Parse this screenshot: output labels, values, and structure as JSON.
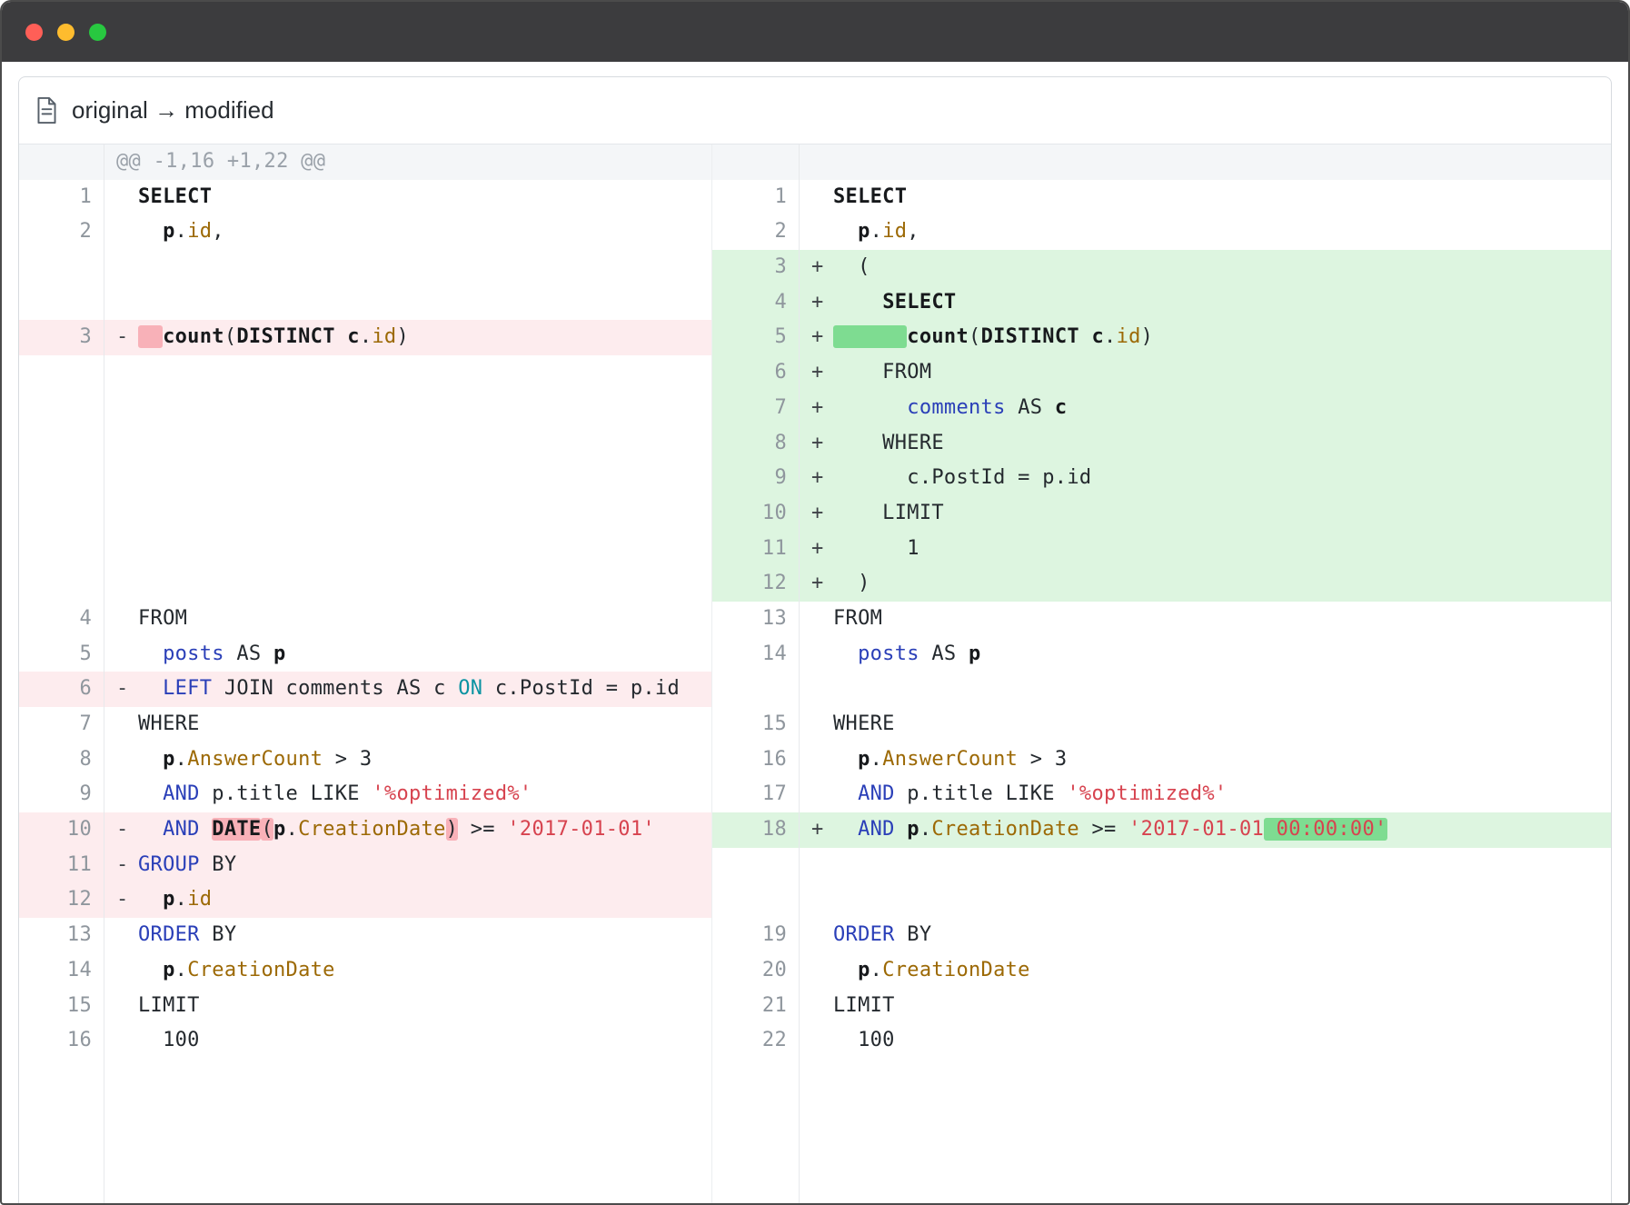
{
  "titlebar": {
    "buttons": [
      {
        "name": "close",
        "color": "#ff5f57"
      },
      {
        "name": "minimize",
        "color": "#febc2e"
      },
      {
        "name": "zoom",
        "color": "#28c840"
      }
    ]
  },
  "header": {
    "title": "original → modified",
    "icon": "document-icon"
  },
  "colors": {
    "removed_line_bg": "#fdecee",
    "removed_inline_bg": "#f8b1b8",
    "added_line_bg": "#ddf5e0",
    "added_inline_bg": "#7edc91",
    "hunk_bg": "#f4f6f8",
    "keyword_blue": "#2a3fb8",
    "teal": "#0a93a2",
    "member_brown": "#9c6905",
    "string_red": "#d7434f",
    "line_number_gray": "#8f969d"
  },
  "diff": {
    "hunk_header": "@@ -1,16 +1,22 @@",
    "rows": [
      {
        "left": {
          "type": "hunk",
          "num": "",
          "marker": "",
          "segs": [
            {
              "t": "@@ -1,16 +1,22 @@",
              "c": "gray"
            }
          ]
        },
        "right": {
          "type": "hunk",
          "num": "",
          "marker": "",
          "segs": []
        }
      },
      {
        "left": {
          "type": "ctx",
          "num": "1",
          "marker": "",
          "segs": [
            {
              "t": "SELECT",
              "c": "bold"
            }
          ]
        },
        "right": {
          "type": "ctx",
          "num": "1",
          "marker": "",
          "segs": [
            {
              "t": "SELECT",
              "c": "bold"
            }
          ]
        }
      },
      {
        "left": {
          "type": "ctx",
          "num": "2",
          "marker": "",
          "segs": [
            {
              "t": "  ",
              "c": "plain"
            },
            {
              "t": "p",
              "c": "bold"
            },
            {
              "t": ".",
              "c": "plain"
            },
            {
              "t": "id",
              "c": "brown"
            },
            {
              "t": ",",
              "c": "plain"
            }
          ]
        },
        "right": {
          "type": "ctx",
          "num": "2",
          "marker": "",
          "segs": [
            {
              "t": "  ",
              "c": "plain"
            },
            {
              "t": "p",
              "c": "bold"
            },
            {
              "t": ".",
              "c": "plain"
            },
            {
              "t": "id",
              "c": "brown"
            },
            {
              "t": ",",
              "c": "plain"
            }
          ]
        }
      },
      {
        "left": {
          "type": "spacer"
        },
        "right": {
          "type": "add",
          "num": "3",
          "marker": "+",
          "segs": [
            {
              "t": "  (",
              "c": "plain"
            }
          ]
        }
      },
      {
        "left": {
          "type": "spacer"
        },
        "right": {
          "type": "add",
          "num": "4",
          "marker": "+",
          "segs": [
            {
              "t": "    ",
              "c": "plain"
            },
            {
              "t": "SELECT",
              "c": "bold"
            }
          ]
        }
      },
      {
        "left": {
          "type": "del",
          "num": "3",
          "marker": "-",
          "segs": [
            {
              "t": "  ",
              "c": "plain",
              "h": "del"
            },
            {
              "t": "count",
              "c": "bold"
            },
            {
              "t": "(",
              "c": "plain"
            },
            {
              "t": "DISTINCT",
              "c": "bold"
            },
            {
              "t": " ",
              "c": "plain"
            },
            {
              "t": "c",
              "c": "bold"
            },
            {
              "t": ".",
              "c": "plain"
            },
            {
              "t": "id",
              "c": "brown"
            },
            {
              "t": ")",
              "c": "plain"
            }
          ]
        },
        "right": {
          "type": "add",
          "num": "5",
          "marker": "+",
          "segs": [
            {
              "t": "      ",
              "c": "plain",
              "h": "add"
            },
            {
              "t": "count",
              "c": "bold"
            },
            {
              "t": "(",
              "c": "plain"
            },
            {
              "t": "DISTINCT",
              "c": "bold"
            },
            {
              "t": " ",
              "c": "plain"
            },
            {
              "t": "c",
              "c": "bold"
            },
            {
              "t": ".",
              "c": "plain"
            },
            {
              "t": "id",
              "c": "brown"
            },
            {
              "t": ")",
              "c": "plain"
            }
          ]
        }
      },
      {
        "left": {
          "type": "spacer"
        },
        "right": {
          "type": "add",
          "num": "6",
          "marker": "+",
          "segs": [
            {
              "t": "    FROM",
              "c": "plain"
            }
          ]
        }
      },
      {
        "left": {
          "type": "spacer"
        },
        "right": {
          "type": "add",
          "num": "7",
          "marker": "+",
          "segs": [
            {
              "t": "      ",
              "c": "plain"
            },
            {
              "t": "comments",
              "c": "blue"
            },
            {
              "t": " AS ",
              "c": "plain"
            },
            {
              "t": "c",
              "c": "bold"
            }
          ]
        }
      },
      {
        "left": {
          "type": "spacer"
        },
        "right": {
          "type": "add",
          "num": "8",
          "marker": "+",
          "segs": [
            {
              "t": "    WHERE",
              "c": "plain"
            }
          ]
        }
      },
      {
        "left": {
          "type": "spacer"
        },
        "right": {
          "type": "add",
          "num": "9",
          "marker": "+",
          "segs": [
            {
              "t": "      c.PostId = p.id",
              "c": "plain"
            }
          ]
        }
      },
      {
        "left": {
          "type": "spacer"
        },
        "right": {
          "type": "add",
          "num": "10",
          "marker": "+",
          "segs": [
            {
              "t": "    LIMIT",
              "c": "plain"
            }
          ]
        }
      },
      {
        "left": {
          "type": "spacer"
        },
        "right": {
          "type": "add",
          "num": "11",
          "marker": "+",
          "segs": [
            {
              "t": "      1",
              "c": "plain"
            }
          ]
        }
      },
      {
        "left": {
          "type": "spacer"
        },
        "right": {
          "type": "add",
          "num": "12",
          "marker": "+",
          "segs": [
            {
              "t": "  )",
              "c": "plain"
            }
          ]
        }
      },
      {
        "left": {
          "type": "ctx",
          "num": "4",
          "marker": "",
          "segs": [
            {
              "t": "FROM",
              "c": "plain"
            }
          ]
        },
        "right": {
          "type": "ctx",
          "num": "13",
          "marker": "",
          "segs": [
            {
              "t": "FROM",
              "c": "plain"
            }
          ]
        }
      },
      {
        "left": {
          "type": "ctx",
          "num": "5",
          "marker": "",
          "segs": [
            {
              "t": "  ",
              "c": "plain"
            },
            {
              "t": "posts",
              "c": "blue"
            },
            {
              "t": " AS ",
              "c": "plain"
            },
            {
              "t": "p",
              "c": "bold"
            }
          ]
        },
        "right": {
          "type": "ctx",
          "num": "14",
          "marker": "",
          "segs": [
            {
              "t": "  ",
              "c": "plain"
            },
            {
              "t": "posts",
              "c": "blue"
            },
            {
              "t": " AS ",
              "c": "plain"
            },
            {
              "t": "p",
              "c": "bold"
            }
          ]
        }
      },
      {
        "left": {
          "type": "del",
          "num": "6",
          "marker": "-",
          "segs": [
            {
              "t": "  ",
              "c": "plain"
            },
            {
              "t": "LEFT",
              "c": "blue"
            },
            {
              "t": " JOIN comments AS c ",
              "c": "plain"
            },
            {
              "t": "ON",
              "c": "teal"
            },
            {
              "t": " c.PostId = p.id",
              "c": "plain"
            }
          ]
        },
        "right": {
          "type": "spacer"
        }
      },
      {
        "left": {
          "type": "ctx",
          "num": "7",
          "marker": "",
          "segs": [
            {
              "t": "WHERE",
              "c": "plain"
            }
          ]
        },
        "right": {
          "type": "ctx",
          "num": "15",
          "marker": "",
          "segs": [
            {
              "t": "WHERE",
              "c": "plain"
            }
          ]
        }
      },
      {
        "left": {
          "type": "ctx",
          "num": "8",
          "marker": "",
          "segs": [
            {
              "t": "  ",
              "c": "plain"
            },
            {
              "t": "p",
              "c": "bold"
            },
            {
              "t": ".",
              "c": "plain"
            },
            {
              "t": "AnswerCount",
              "c": "brown"
            },
            {
              "t": " > 3",
              "c": "plain"
            }
          ]
        },
        "right": {
          "type": "ctx",
          "num": "16",
          "marker": "",
          "segs": [
            {
              "t": "  ",
              "c": "plain"
            },
            {
              "t": "p",
              "c": "bold"
            },
            {
              "t": ".",
              "c": "plain"
            },
            {
              "t": "AnswerCount",
              "c": "brown"
            },
            {
              "t": " > 3",
              "c": "plain"
            }
          ]
        }
      },
      {
        "left": {
          "type": "ctx",
          "num": "9",
          "marker": "",
          "segs": [
            {
              "t": "  ",
              "c": "plain"
            },
            {
              "t": "AND",
              "c": "blue"
            },
            {
              "t": " p.title LIKE ",
              "c": "plain"
            },
            {
              "t": "'%optimized%'",
              "c": "red"
            }
          ]
        },
        "right": {
          "type": "ctx",
          "num": "17",
          "marker": "",
          "segs": [
            {
              "t": "  ",
              "c": "plain"
            },
            {
              "t": "AND",
              "c": "blue"
            },
            {
              "t": " p.title LIKE ",
              "c": "plain"
            },
            {
              "t": "'%optimized%'",
              "c": "red"
            }
          ]
        }
      },
      {
        "left": {
          "type": "del",
          "num": "10",
          "marker": "-",
          "segs": [
            {
              "t": "  ",
              "c": "plain"
            },
            {
              "t": "AND",
              "c": "blue"
            },
            {
              "t": " ",
              "c": "plain"
            },
            {
              "t": "DATE",
              "c": "bold",
              "h": "del"
            },
            {
              "t": "(",
              "c": "plain",
              "h": "del"
            },
            {
              "t": "p",
              "c": "bold"
            },
            {
              "t": ".",
              "c": "plain"
            },
            {
              "t": "CreationDate",
              "c": "brown"
            },
            {
              "t": ")",
              "c": "plain",
              "h": "del"
            },
            {
              "t": " >= ",
              "c": "plain"
            },
            {
              "t": "'2017-01-01'",
              "c": "red"
            }
          ]
        },
        "right": {
          "type": "add",
          "num": "18",
          "marker": "+",
          "segs": [
            {
              "t": "  ",
              "c": "plain"
            },
            {
              "t": "AND",
              "c": "blue"
            },
            {
              "t": " ",
              "c": "plain"
            },
            {
              "t": "p",
              "c": "bold"
            },
            {
              "t": ".",
              "c": "plain"
            },
            {
              "t": "CreationDate",
              "c": "brown"
            },
            {
              "t": " >= ",
              "c": "plain"
            },
            {
              "t": "'2017-01-01",
              "c": "red"
            },
            {
              "t": " 00:00:00'",
              "c": "red",
              "h": "add"
            }
          ]
        }
      },
      {
        "left": {
          "type": "del",
          "num": "11",
          "marker": "-",
          "segs": [
            {
              "t": "GROUP",
              "c": "blue"
            },
            {
              "t": " BY",
              "c": "plain"
            }
          ]
        },
        "right": {
          "type": "spacer"
        }
      },
      {
        "left": {
          "type": "del",
          "num": "12",
          "marker": "-",
          "segs": [
            {
              "t": "  ",
              "c": "plain"
            },
            {
              "t": "p",
              "c": "bold"
            },
            {
              "t": ".",
              "c": "plain"
            },
            {
              "t": "id",
              "c": "brown"
            }
          ]
        },
        "right": {
          "type": "spacer"
        }
      },
      {
        "left": {
          "type": "ctx",
          "num": "13",
          "marker": "",
          "segs": [
            {
              "t": "ORDER",
              "c": "blue"
            },
            {
              "t": " BY",
              "c": "plain"
            }
          ]
        },
        "right": {
          "type": "ctx",
          "num": "19",
          "marker": "",
          "segs": [
            {
              "t": "ORDER",
              "c": "blue"
            },
            {
              "t": " BY",
              "c": "plain"
            }
          ]
        }
      },
      {
        "left": {
          "type": "ctx",
          "num": "14",
          "marker": "",
          "segs": [
            {
              "t": "  ",
              "c": "plain"
            },
            {
              "t": "p",
              "c": "bold"
            },
            {
              "t": ".",
              "c": "plain"
            },
            {
              "t": "CreationDate",
              "c": "brown"
            }
          ]
        },
        "right": {
          "type": "ctx",
          "num": "20",
          "marker": "",
          "segs": [
            {
              "t": "  ",
              "c": "plain"
            },
            {
              "t": "p",
              "c": "bold"
            },
            {
              "t": ".",
              "c": "plain"
            },
            {
              "t": "CreationDate",
              "c": "brown"
            }
          ]
        }
      },
      {
        "left": {
          "type": "ctx",
          "num": "15",
          "marker": "",
          "segs": [
            {
              "t": "LIMIT",
              "c": "plain"
            }
          ]
        },
        "right": {
          "type": "ctx",
          "num": "21",
          "marker": "",
          "segs": [
            {
              "t": "LIMIT",
              "c": "plain"
            }
          ]
        }
      },
      {
        "left": {
          "type": "ctx",
          "num": "16",
          "marker": "",
          "segs": [
            {
              "t": "  100",
              "c": "plain"
            }
          ]
        },
        "right": {
          "type": "ctx",
          "num": "22",
          "marker": "",
          "segs": [
            {
              "t": "  100",
              "c": "plain"
            }
          ]
        }
      }
    ]
  }
}
